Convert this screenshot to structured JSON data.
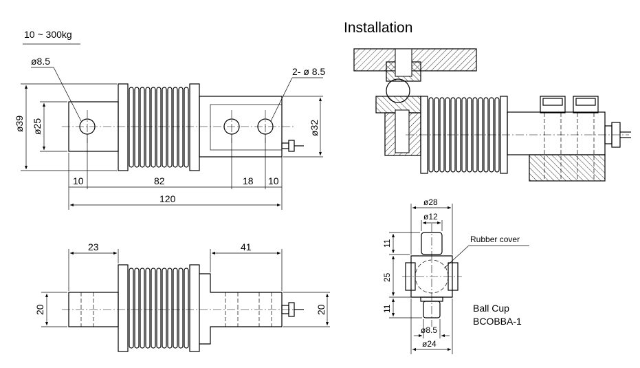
{
  "capacity_label": "10 ~ 300kg",
  "installation_title": "Installation",
  "front_view": {
    "hole_left": "ø8.5",
    "hole_right": "2- ø 8.5",
    "dia_body": "ø39",
    "dia_inner": "ø25",
    "dia_right": "ø32",
    "dim_10a": "10",
    "dim_82": "82",
    "dim_18": "18",
    "dim_10b": "10",
    "dim_120": "120"
  },
  "top_view": {
    "dim_23": "23",
    "dim_41": "41",
    "dim_20_left": "20",
    "dim_20_right": "20"
  },
  "ball_cup": {
    "dim_d28": "ø28",
    "dim_d12": "ø12",
    "dim_11_top": "11",
    "dim_25": "25",
    "dim_11_bottom": "11",
    "dim_d85": "ø8.5",
    "dim_d24": "ø24",
    "rubber_cover": "Rubber cover",
    "title": "Ball Cup",
    "model": "BCOBBA-1"
  }
}
